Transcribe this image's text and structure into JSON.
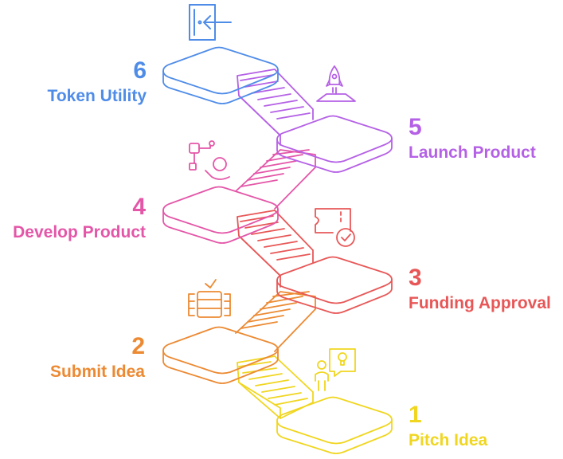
{
  "colors": {
    "step1": "#f0d620",
    "step2": "#ec8a33",
    "step3": "#e85757",
    "step4": "#e456a8",
    "step5": "#b561e6",
    "step6": "#4f8ce8"
  },
  "steps": [
    {
      "number": "1",
      "label": "Pitch Idea",
      "icon": "person-lightbulb-icon",
      "color_key": "step1"
    },
    {
      "number": "2",
      "label": "Submit Idea",
      "icon": "document-stack-icon",
      "color_key": "step2"
    },
    {
      "number": "3",
      "label": "Funding Approval",
      "icon": "ticket-check-icon",
      "color_key": "step3"
    },
    {
      "number": "4",
      "label": "Develop Product",
      "icon": "person-flowchart-icon",
      "color_key": "step4"
    },
    {
      "number": "5",
      "label": "Launch Product",
      "icon": "rocket-launch-icon",
      "color_key": "step5"
    },
    {
      "number": "6",
      "label": "Token Utility",
      "icon": "door-enter-icon",
      "color_key": "step6"
    }
  ]
}
